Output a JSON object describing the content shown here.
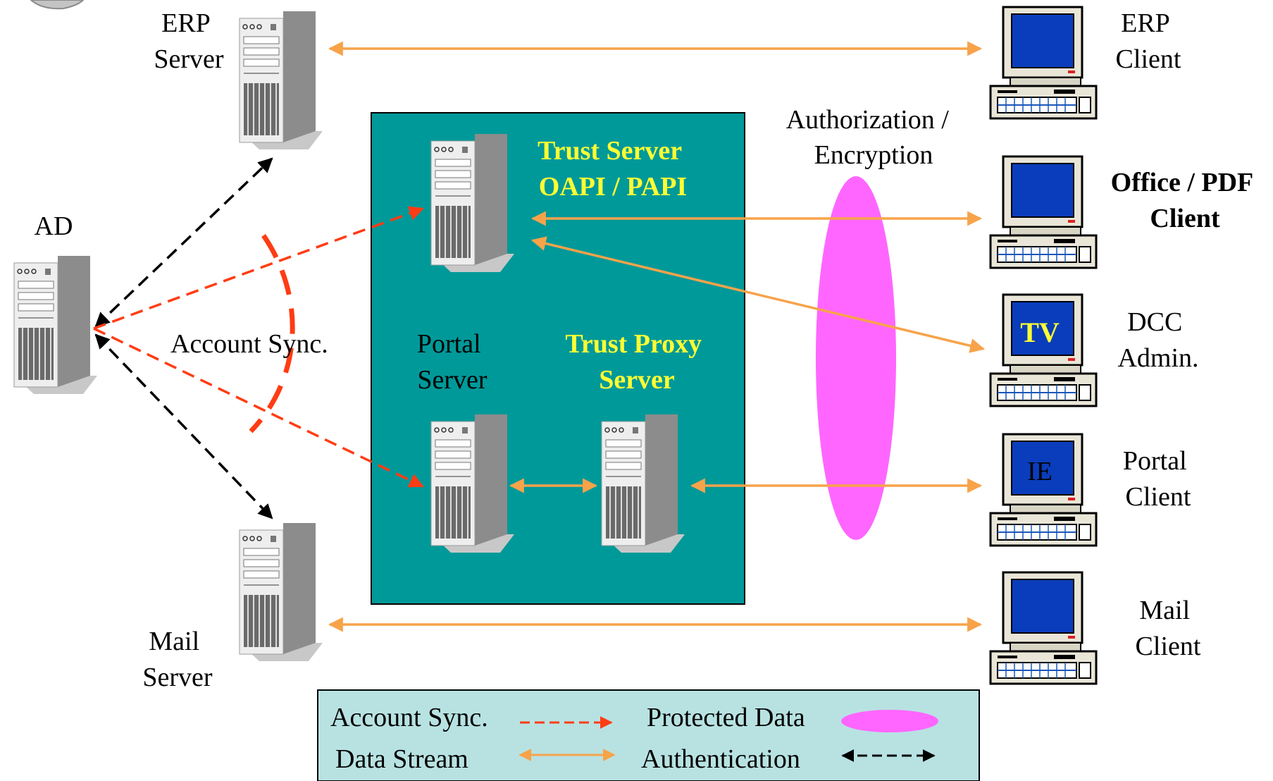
{
  "nodes": {
    "ad": "AD",
    "erp_server": [
      "ERP",
      "Server"
    ],
    "mail_server": [
      "Mail",
      "Server"
    ],
    "trust_server": [
      "Trust Server",
      "OAPI / PAPI"
    ],
    "portal_server": [
      "Portal",
      "Server"
    ],
    "trust_proxy_server": [
      "Trust Proxy",
      "Server"
    ],
    "erp_client": [
      "ERP",
      "Client"
    ],
    "office_pdf_client": [
      "Office / PDF",
      "Client"
    ],
    "dcc_admin": [
      "DCC",
      "Admin."
    ],
    "portal_client": [
      "Portal",
      "Client"
    ],
    "mail_client": [
      "Mail",
      "Client"
    ]
  },
  "screens": {
    "dcc_admin": "TV",
    "portal_client": "IE"
  },
  "annotations": {
    "account_sync": "Account Sync.",
    "authorization_encryption": [
      "Authorization /",
      "Encryption"
    ]
  },
  "legend": {
    "account_sync": "Account Sync.",
    "protected_data": "Protected Data",
    "data_stream": "Data Stream",
    "authentication": "Authentication"
  },
  "colors": {
    "zone_fill": "#009999",
    "legend_fill": "#b8e2e2",
    "data_stream": "#f7a34a",
    "account_sync": "#ff3c14",
    "authentication": "#000000",
    "protected_data": "#ff66ff",
    "highlight_text": "#ffff33",
    "monitor_screen": "#0a3dbb"
  },
  "icons": [
    "server-tower-icon",
    "desktop-computer-icon"
  ]
}
